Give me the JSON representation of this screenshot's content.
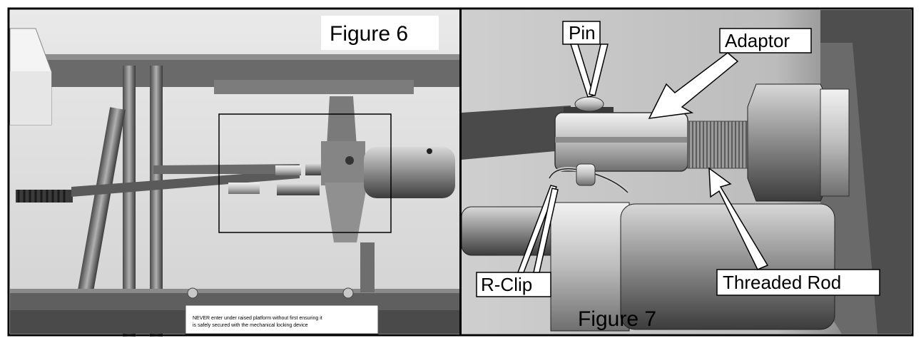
{
  "figure6": {
    "caption": "Figure 6",
    "warning_lines": [
      "NEVER enter under raised platform without first ensuring it",
      "is safely secured with the mechanical locking device"
    ]
  },
  "figure7": {
    "caption": "Figure 7",
    "callouts": {
      "pin": "Pin",
      "adaptor": "Adaptor",
      "r_clip": "R-Clip",
      "threaded_rod": "Threaded Rod"
    }
  }
}
